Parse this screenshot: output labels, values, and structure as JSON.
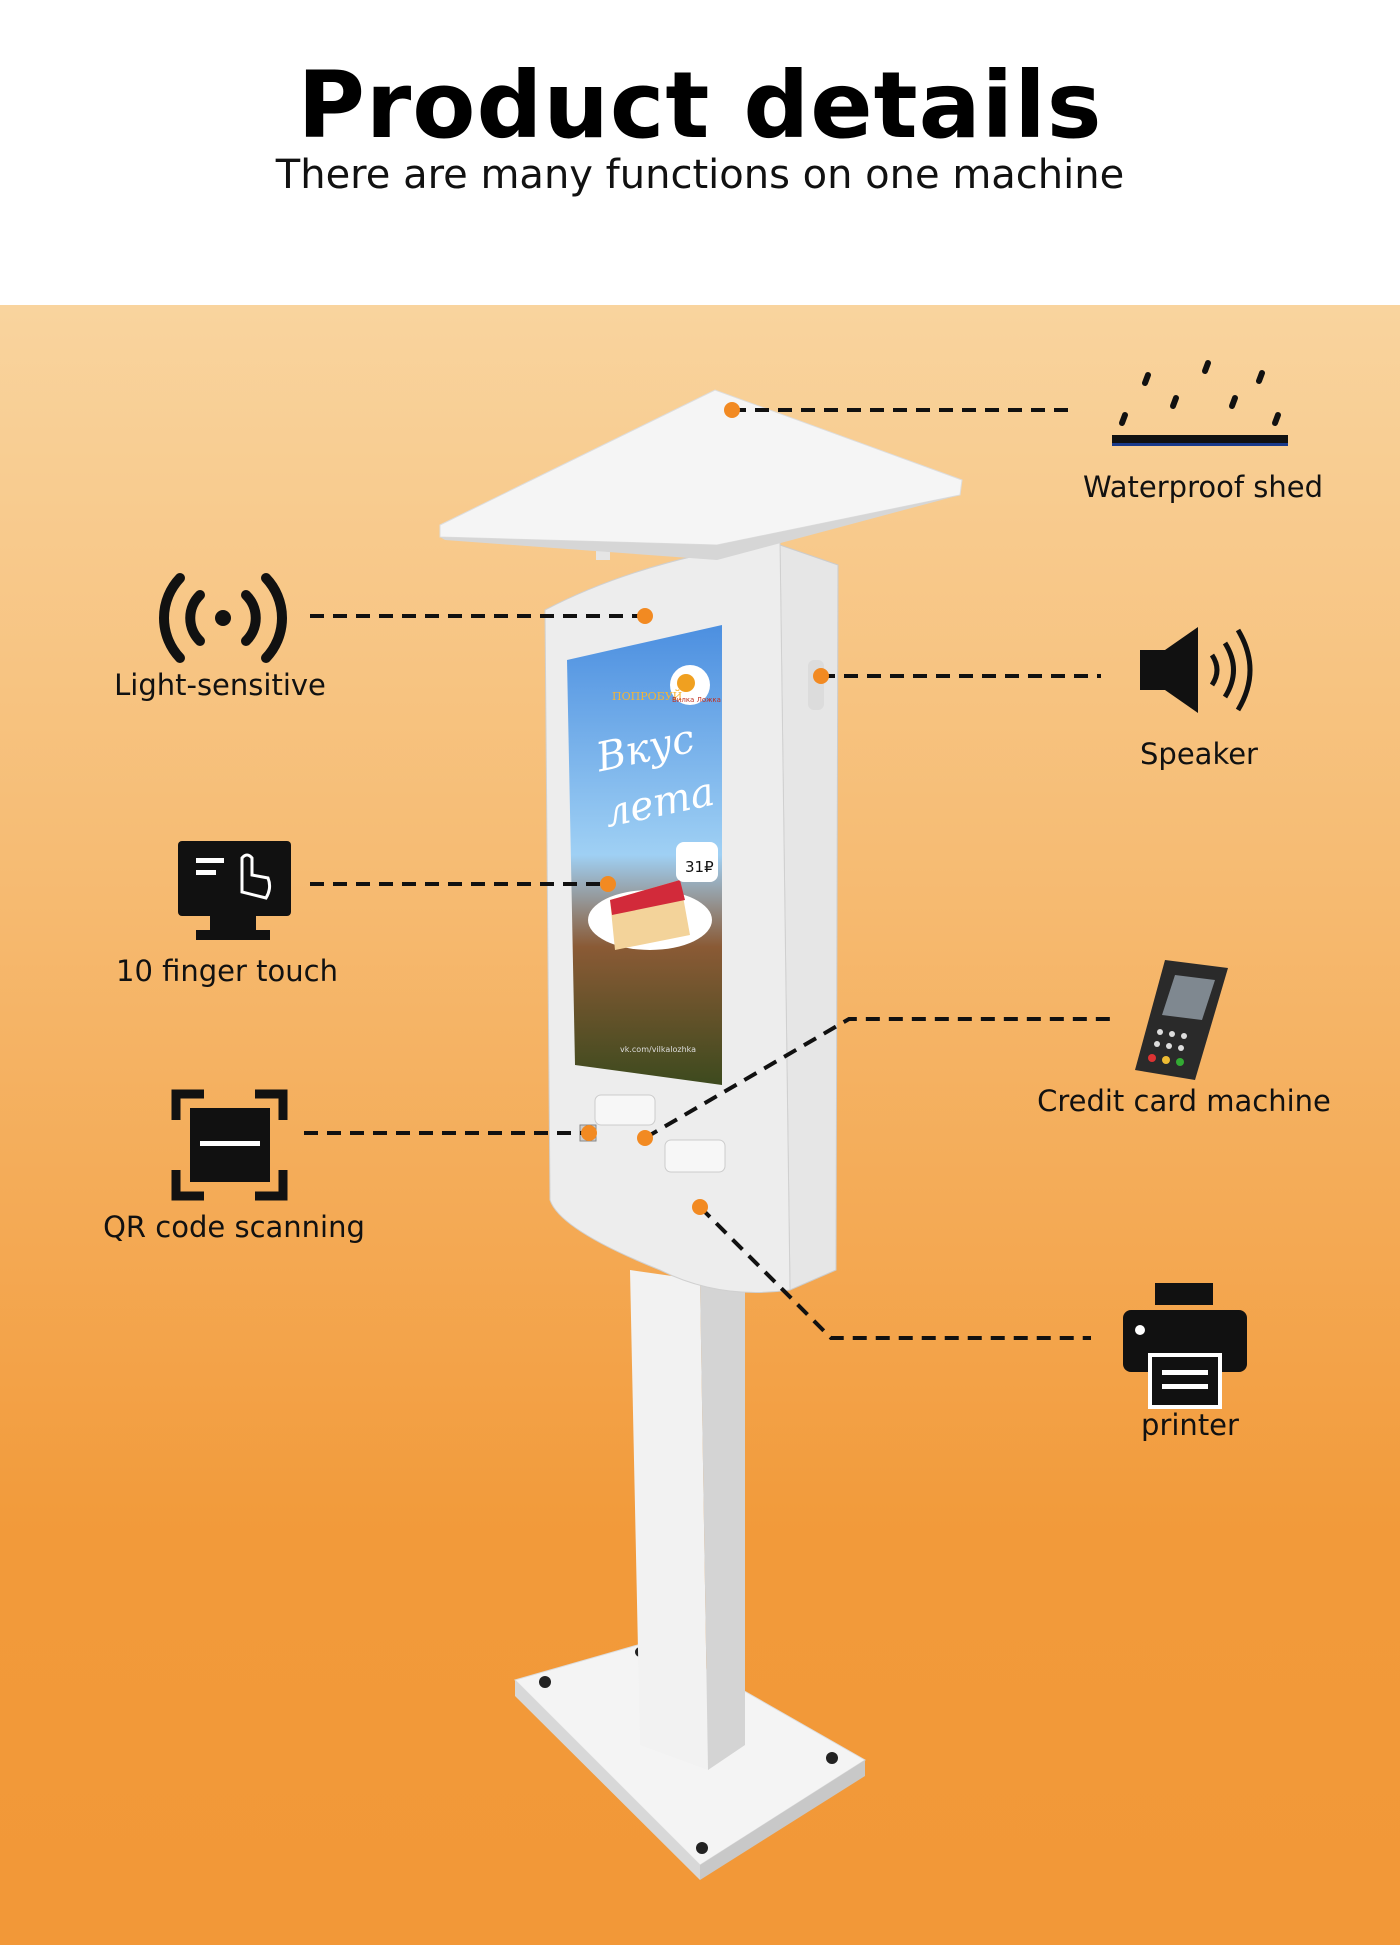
{
  "header": {
    "title": "Product details",
    "subtitle": "There are many functions on one machine"
  },
  "features": [
    {
      "label": "Waterproof shed",
      "icon": "rain-shed-icon"
    },
    {
      "label": "Light-sensitive",
      "icon": "signal-sensor-icon"
    },
    {
      "label": "Speaker",
      "icon": "speaker-icon"
    },
    {
      "label": "10 finger touch",
      "icon": "touch-monitor-icon"
    },
    {
      "label": "Credit card machine",
      "icon": "card-terminal-icon"
    },
    {
      "label": "QR code scanning",
      "icon": "qr-scan-icon"
    },
    {
      "label": "printer",
      "icon": "printer-icon"
    }
  ],
  "screen_ad": {
    "tag": "ПОПРОБУЙ",
    "headline1": "Вкус",
    "headline2": "лета",
    "brand": "Вилка Ложка",
    "price": "31₽",
    "url": "vk.com/vilkalozhka"
  },
  "colors": {
    "accent": "#f28a22",
    "bg_top": "#f9d49e",
    "bg_bottom": "#f29838"
  }
}
